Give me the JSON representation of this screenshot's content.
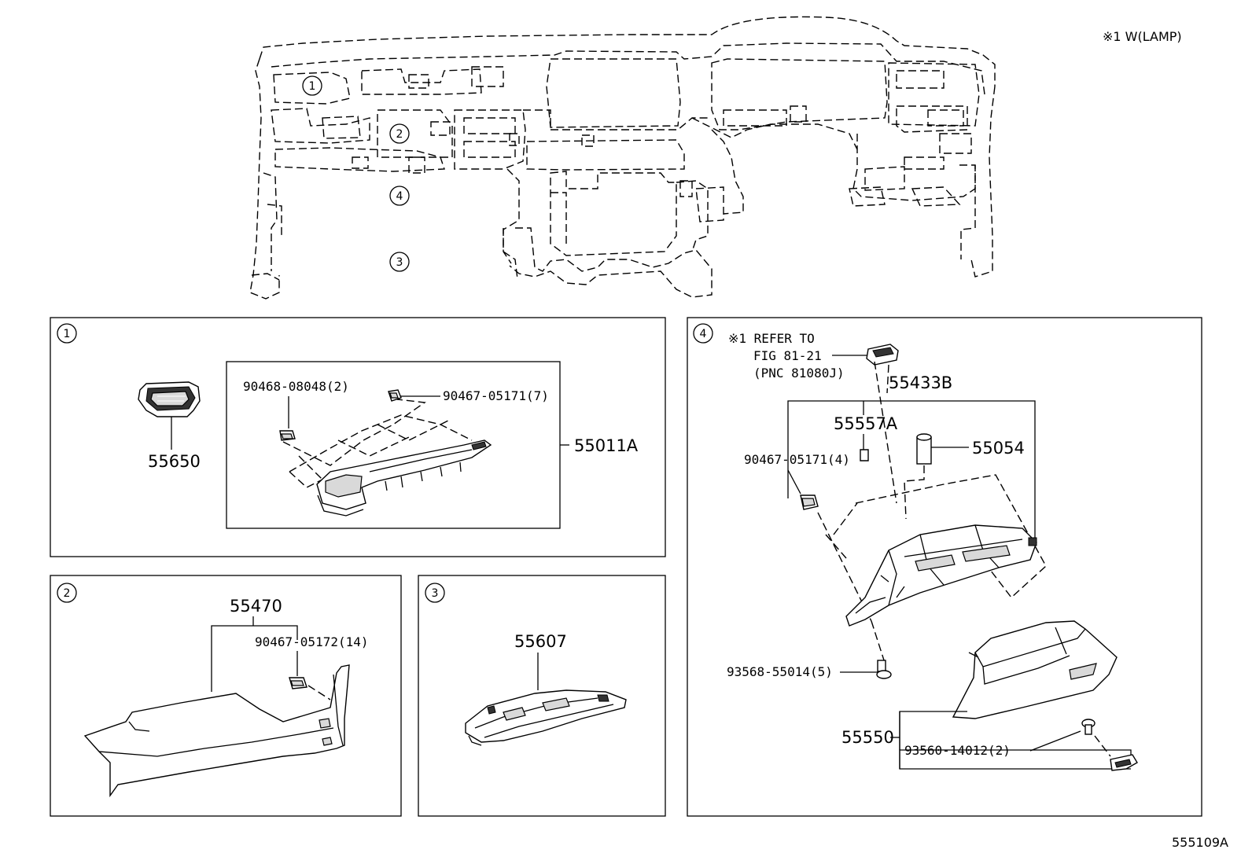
{
  "notes": {
    "lamp_note": "※1 W(LAMP)",
    "drawing_number": "555109A"
  },
  "overview": {
    "callouts": [
      "1",
      "2",
      "4",
      "3"
    ]
  },
  "panel1": {
    "badge": "1",
    "labels": {
      "part_55650": "55650",
      "clip_08048": "90468-08048(2)",
      "clip_05171": "90467-05171(7)",
      "part_55011A": "55011A"
    }
  },
  "panel2": {
    "badge": "2",
    "labels": {
      "part_55470": "55470",
      "clip_05172": "90467-05172(14)"
    }
  },
  "panel3": {
    "badge": "3",
    "labels": {
      "part_55607": "55607"
    }
  },
  "panel4": {
    "badge": "4",
    "labels": {
      "refer_line1": "※1 REFER TO",
      "refer_line2": "FIG 81-21",
      "refer_line3": "(PNC 81080J)",
      "part_55433B": "55433B",
      "part_55557A": "55557A",
      "clip_05171_4": "90467-05171(4)",
      "part_55054": "55054",
      "screw_55014": "93568-55014(5)",
      "part_55550": "55550",
      "screw_14012": "93560-14012(2)"
    }
  }
}
